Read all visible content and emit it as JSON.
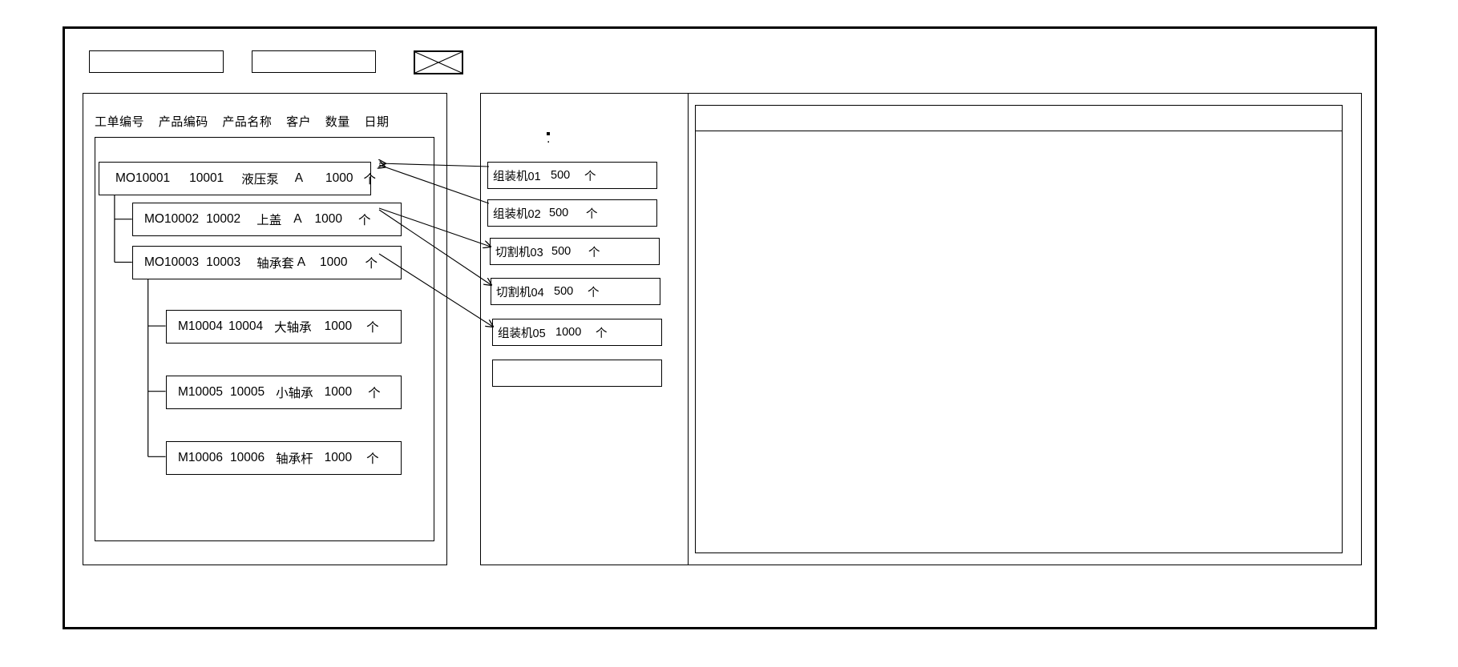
{
  "window": {
    "title": ""
  },
  "toolbar": {
    "field_1": "",
    "field_2": "",
    "image_placeholder": "image-placeholder-icon"
  },
  "left_panel": {
    "columns": [
      "工单编号",
      "产品编码",
      "产品名称",
      "客户",
      "数量",
      "日期"
    ],
    "rows": [
      {
        "level": 0,
        "order_no": "MO10001",
        "product_code": "10001",
        "product_name": "液压泵",
        "customer": "A",
        "qty": "1000",
        "unit": "个",
        "date": ""
      },
      {
        "level": 1,
        "order_no": "MO10002",
        "product_code": "10002",
        "product_name": "上盖",
        "customer": "A",
        "qty": "1000",
        "unit": "个",
        "date": ""
      },
      {
        "level": 1,
        "order_no": "MO10003",
        "product_code": "10003",
        "product_name": "轴承套",
        "customer": "A",
        "qty": "1000",
        "unit": "个",
        "date": ""
      },
      {
        "level": 2,
        "order_no": "M10004",
        "product_code": "10004",
        "product_name": "大轴承",
        "customer": "",
        "qty": "1000",
        "unit": "个",
        "date": ""
      },
      {
        "level": 2,
        "order_no": "M10005",
        "product_code": "10005",
        "product_name": "小轴承",
        "customer": "",
        "qty": "1000",
        "unit": "个",
        "date": ""
      },
      {
        "level": 2,
        "order_no": "M10006",
        "product_code": "10006",
        "product_name": "轴承杆",
        "customer": "",
        "qty": "1000",
        "unit": "个",
        "date": ""
      }
    ]
  },
  "middle_panel": {
    "marker": ".",
    "machines": [
      {
        "name": "组装机01",
        "qty": "500",
        "unit": "个"
      },
      {
        "name": "组装机02",
        "qty": "500",
        "unit": "个"
      },
      {
        "name": "切割机03",
        "qty": "500",
        "unit": "个"
      },
      {
        "name": "切割机04",
        "qty": "500",
        "unit": "个"
      },
      {
        "name": "组装机05",
        "qty": "1000",
        "unit": "个"
      },
      {
        "name": "",
        "qty": "",
        "unit": ""
      }
    ]
  },
  "right_panel": {
    "header_cells": [],
    "rows": []
  },
  "colors": {
    "stroke": "#000000",
    "background": "#ffffff"
  }
}
